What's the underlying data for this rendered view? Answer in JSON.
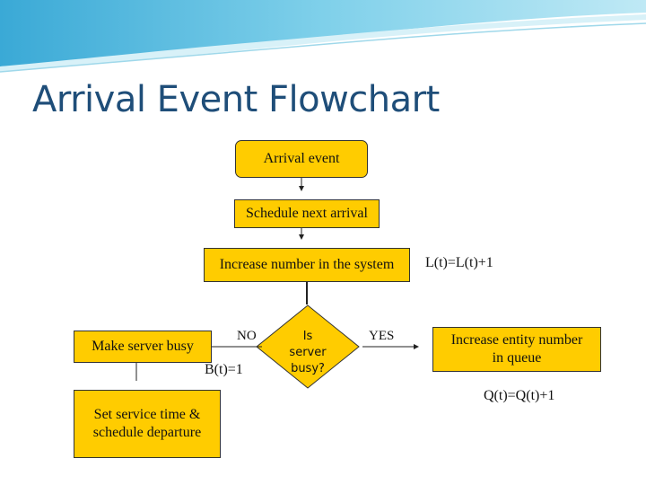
{
  "slide": {
    "title": "Arrival Event Flowchart"
  },
  "flowchart": {
    "arrival_event": "Arrival event",
    "schedule_next_arrival": "Schedule next arrival",
    "increase_number": "Increase number in the system",
    "length_update": "L(t)=L(t)+1",
    "decision": {
      "line1": "Is",
      "line2": "server",
      "line3": "busy?"
    },
    "no_label": "NO",
    "yes_label": "YES",
    "busy_update": "B(t)=1",
    "make_server_busy": "Make server busy",
    "set_service_time": {
      "line1": "Set service time &",
      "line2": "schedule departure"
    },
    "increase_queue": {
      "line1": "Increase entity number",
      "line2": "in queue"
    },
    "queue_update": "Q(t)=Q(t)+1"
  },
  "colors": {
    "box_fill": "#ffcc00",
    "title": "#1f4e79",
    "header_wave": "#5bc0de"
  }
}
